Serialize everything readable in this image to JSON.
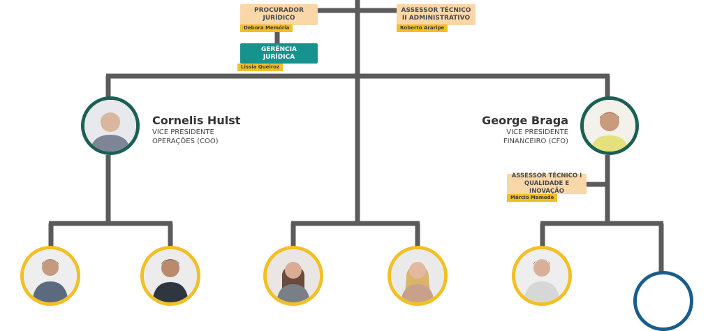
{
  "top_row": {
    "procurador": {
      "title": "PROCURADOR JURÍDICO",
      "name": "Debora Memória"
    },
    "assessor_ii": {
      "title": "ASSESSOR TÉCNICO II ADMINISTRATIVO",
      "name": "Roberto Araripe"
    },
    "gerencia": {
      "title": "GERÊNCIA JURÍDICA",
      "name": "Lissia Queiroz"
    }
  },
  "vice_presidents": {
    "coo": {
      "name": "Cornelis Hulst",
      "role_line1": "VICE PRESIDENTE",
      "role_line2": "OPERAÇÕES (COO)"
    },
    "cfo": {
      "name": "George Braga",
      "role_line1": "VICE PRESIDENTE",
      "role_line2": "FINANCEIRO (CFO)"
    }
  },
  "assessor_i": {
    "title": "ASSESSOR TÉCNICO I QUALIDADE E INOVAÇÃO",
    "name": "Márcio Mamede"
  },
  "colors": {
    "line": "#5b5b5b",
    "teal_box": "#17938f",
    "peach_box": "#f9d7a9",
    "name_tag": "#f2bf25",
    "vp_ring": "#1b5f55",
    "staff_ring": "#f2bf25",
    "blue_ring": "#1a5d8a"
  }
}
